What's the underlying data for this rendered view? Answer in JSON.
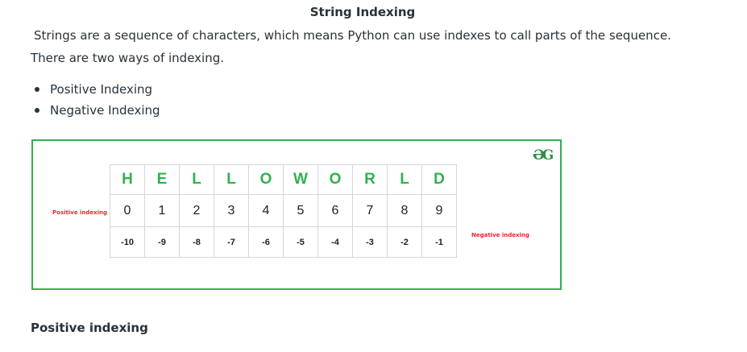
{
  "article": {
    "title": "String Indexing",
    "paragraph_line1": "Strings are a sequence of characters, which means Python can use indexes to call parts of the sequence.",
    "paragraph_line2": "There are two ways of indexing.",
    "bullets": [
      "Positive Indexing",
      "Negative Indexing"
    ],
    "section_heading": "Positive indexing"
  },
  "figure": {
    "logo": "ƏG",
    "positive_label": "Positive indexing",
    "negative_label": "Negative indexing",
    "letters": [
      "H",
      "E",
      "L",
      "L",
      "O",
      "W",
      "O",
      "R",
      "L",
      "D"
    ],
    "positive": [
      "0",
      "1",
      "2",
      "3",
      "4",
      "5",
      "6",
      "7",
      "8",
      "9"
    ],
    "negative": [
      "-10",
      "-9",
      "-8",
      "-7",
      "-6",
      "-5",
      "-4",
      "-3",
      "-2",
      "-1"
    ],
    "colors": {
      "border": "#2fb24d",
      "letters": "#2fb24d",
      "labels": "#e8262f",
      "logo": "#2f8d46"
    }
  }
}
